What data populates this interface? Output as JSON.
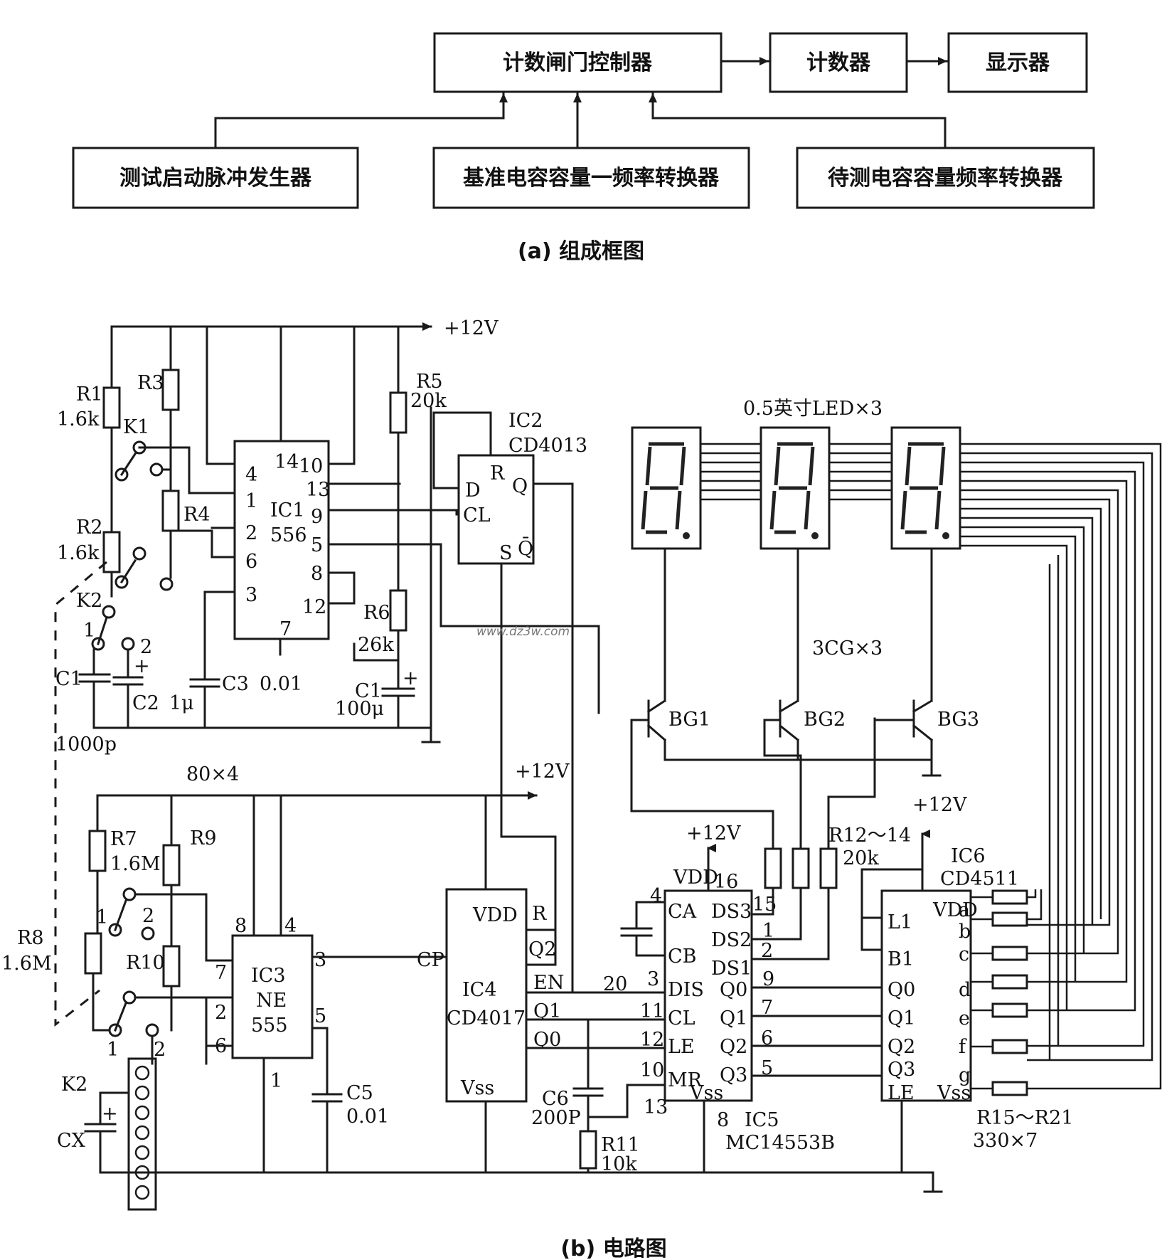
{
  "block_diagram": {
    "gate_controller": "计数闸门控制器",
    "counter": "计数器",
    "display": "显示器",
    "start_pulse": "测试启动脉冲发生器",
    "ref_cap_conv": "基准电容容量一频率转换器",
    "test_cap_conv": "待测电容容量频率转换器",
    "caption": "(a) 组成框图"
  },
  "circuit": {
    "caption": "(b) 电路图",
    "watermark": "www.dz3w.com",
    "supply_top": "+12V",
    "supply_mid": "+12V",
    "supply_ic5": "+12V",
    "supply_ic6": "+12V",
    "led_title": "0.5英寸LED×3",
    "transistor_note": "3CG×3",
    "ic1": {
      "name": "IC1",
      "part": "556"
    },
    "ic2": {
      "name": "IC2",
      "part": "CD4013"
    },
    "ic3": {
      "name": "IC3",
      "part1": "NE",
      "part2": "555"
    },
    "ic4": {
      "name": "IC4",
      "part": "CD4017"
    },
    "ic5": {
      "name": "IC5",
      "part": "MC14553B"
    },
    "ic6": {
      "name": "IC6",
      "part": "CD4511"
    },
    "r1": "R1",
    "r1_val": "1.6k",
    "r2": "R2",
    "r2_val": "1.6k",
    "r3": "R3",
    "r4": "R4",
    "r5": "R5",
    "r5_val": "20k",
    "r6": "R6",
    "r6_val": "26k",
    "r7": "R7",
    "r7_val": "1.6M",
    "r8": "R8",
    "r8_val": "1.6M",
    "r9": "R9",
    "r10": "R10",
    "r11": "R11",
    "r11_val": "10k",
    "r12": "R12～14",
    "r12_val": "20k",
    "r15": "R15～R21",
    "r15_val": "330×7",
    "k1": "K1",
    "k2": "K2",
    "k2b": "K2",
    "c1": "C1",
    "c1_val": "1000p",
    "c1b": "C1",
    "c1b_val": "100μ",
    "c2": "C2",
    "c2_val": "1μ",
    "c3": "C3",
    "c3_val": "0.01",
    "c5": "C5",
    "c5_val": "0.01",
    "c6": "C6",
    "c6_val": "200P",
    "cx": "CX",
    "note_80x4": "80×4",
    "bg1": "BG1",
    "bg2": "BG2",
    "bg3": "BG3",
    "sw1": "1",
    "sw2": "2",
    "ic1_pins": [
      "4",
      "1",
      "2",
      "6",
      "3",
      "14",
      "10",
      "13",
      "9",
      "5",
      "8",
      "12",
      "7"
    ],
    "ic2_pins": [
      "D",
      "CL",
      "R",
      "Q",
      "S",
      "Q̄"
    ],
    "ic3_pins": [
      "8",
      "4",
      "7",
      "2",
      "6",
      "3",
      "5",
      "1"
    ],
    "ic4_pins": [
      "VDD",
      "R",
      "Q2",
      "EN",
      "Q1",
      "Q0",
      "Vss",
      "CP"
    ],
    "ic5_pins": [
      "VDD",
      "16",
      "CA",
      "CB",
      "DIS",
      "CL",
      "LE",
      "MR",
      "Vss",
      "DS3",
      "DS2",
      "DS1",
      "Q0",
      "Q1",
      "Q2",
      "Q3",
      "4",
      "3",
      "11",
      "12",
      "10",
      "13",
      "15",
      "1",
      "2",
      "9",
      "7",
      "6",
      "5",
      "8",
      "20"
    ],
    "ic6_pins": [
      "VDD",
      "L1",
      "B1",
      "Q0",
      "Q1",
      "Q2",
      "Q3",
      "LE",
      "Vss",
      "a",
      "b",
      "c",
      "d",
      "e",
      "f",
      "g"
    ]
  }
}
